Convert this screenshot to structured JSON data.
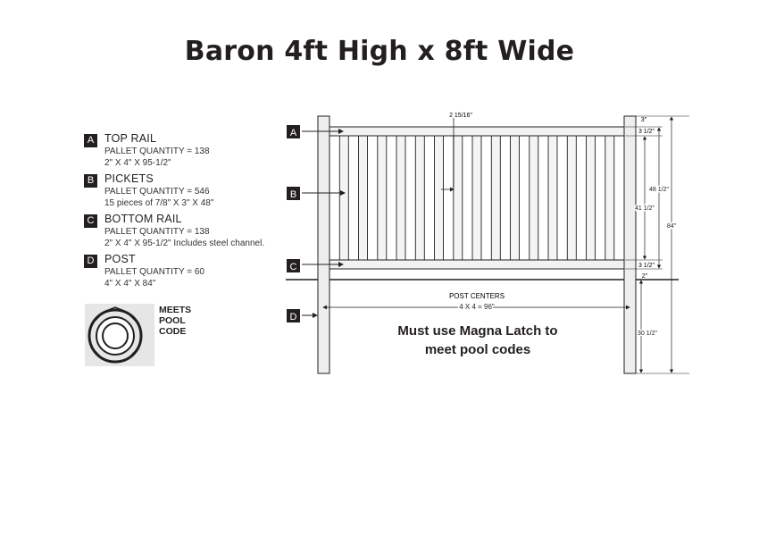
{
  "title": "Baron 4ft High x 8ft Wide",
  "legend": [
    {
      "letter": "A",
      "name": "TOP RAIL",
      "qty": "PALLET QUANTITY = 138",
      "spec": "2\" X 4\" X 95-1/2\""
    },
    {
      "letter": "B",
      "name": "PICKETS",
      "qty": "PALLET QUANTITY = 546",
      "spec": "15 pieces of 7/8\" X 3\" X 48\""
    },
    {
      "letter": "C",
      "name": "BOTTOM RAIL",
      "qty": "PALLET QUANTITY = 138",
      "spec": "2\" X 4\" X 95-1/2\" Includes steel channel."
    },
    {
      "letter": "D",
      "name": "POST",
      "qty": "PALLET QUANTITY = 60",
      "spec": "4\" X 4\" X 84\""
    }
  ],
  "pool_code": {
    "line1": "MEETS",
    "line2": "POOL",
    "line3": "CODE"
  },
  "diagram": {
    "callouts": [
      "A",
      "B",
      "C",
      "D"
    ],
    "picket_gap_label": "2 15/16\"",
    "post_centers_label": "POST CENTERS",
    "post_centers_value": "4 X 4 = 96\"",
    "dim_3": "3\"",
    "dim_top_rail": "3 1/2\"",
    "dim_48": "48 1/2\"",
    "dim_41": "41 1/2\"",
    "dim_84": "84\"",
    "dim_bottom_rail": "3 1/2\"",
    "dim_2": "2\"",
    "dim_30": "30 1/2\"",
    "picket_count": 15
  },
  "latch_note_line1": "Must use Magna Latch to",
  "latch_note_line2": "meet pool codes"
}
